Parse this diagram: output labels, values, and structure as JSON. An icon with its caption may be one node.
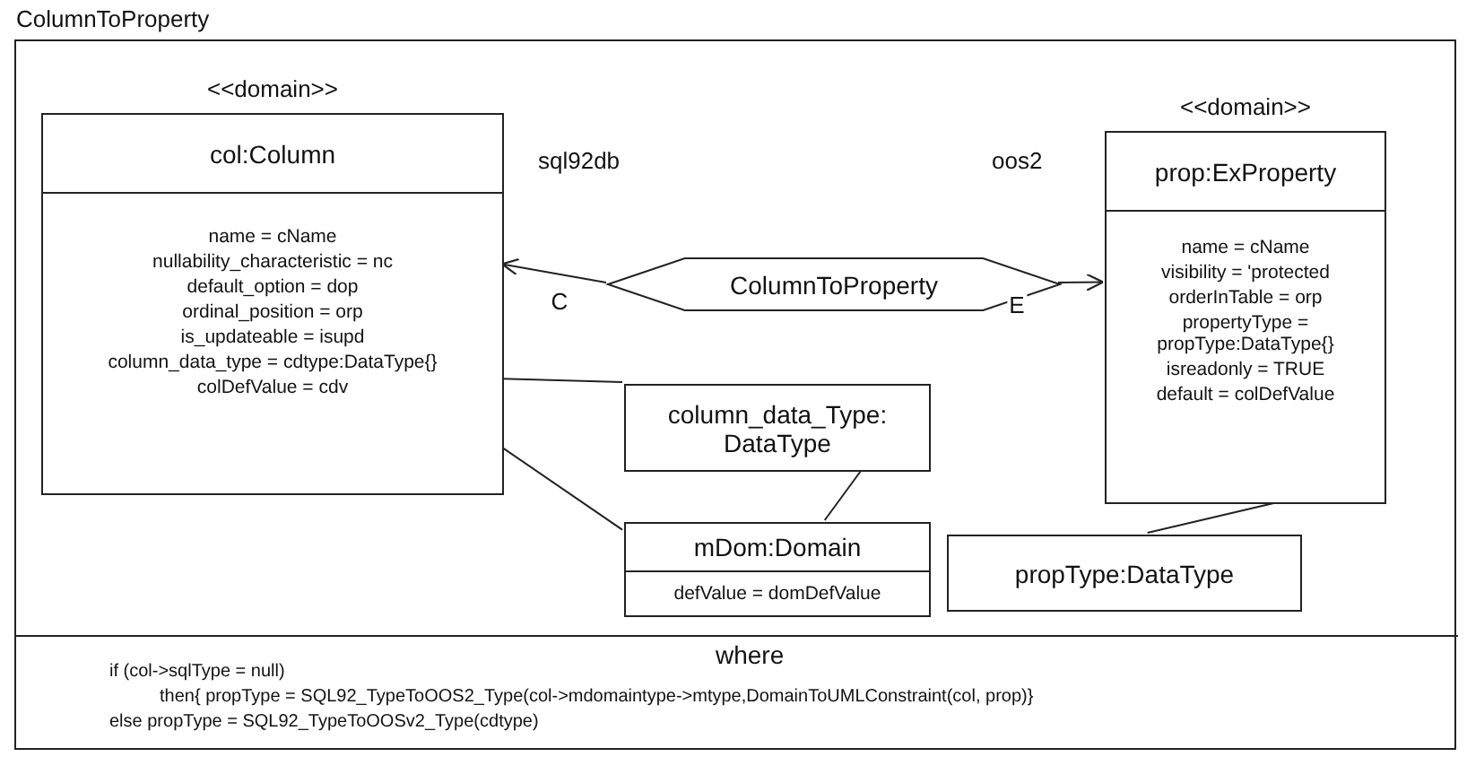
{
  "diagram": {
    "nodes": [
      {
        "text": [
          "ColumnToProperty"
        ]
      },
      {
        "text": [
          "<<domain>>",
          "col:Column",
          "name = cName",
          "nullability_characteristic = nc",
          "default_option = dop",
          "ordinal_position = orp",
          "is_updateable = isupd",
          "column_data_type = cdtype:DataType{}",
          "colDefValue = cdv"
        ],
        "in": 0
      },
      {
        "text": [
          "ColumnToProperty"
        ],
        "in": 0
      },
      {
        "text": [
          "<<domain>>",
          "prop:ExProperty",
          "name = cName",
          "visibility = 'protected",
          "orderInTable = orp",
          "propertyType = propType:DataType{}",
          "isreadonly = TRUE",
          "default = colDefValue"
        ],
        "in": 0
      },
      {
        "text": [
          "column_data_Type: DataType"
        ],
        "in": 0
      },
      {
        "text": [
          "mDom:Domain",
          "defValue = domDefValue"
        ],
        "in": 0
      },
      {
        "text": [
          "propType:DataType"
        ],
        "in": 0
      },
      {
        "text": [
          "where",
          "if (col->sqlType = null)",
          "then{ propType = SQL92_TypeToOOS2_Type(col->mdomaintype->mtype,DomainToUMLConstraint(col, prop)}",
          "else  propType = SQL92_TypeToOOSv2_Type(cdtype)"
        ],
        "in": 0
      }
    ],
    "edges": [
      {
        "from": 2,
        "to": 1,
        "arrow": "to",
        "label": "C"
      },
      {
        "from": 2,
        "to": 3,
        "arrow": "to",
        "label": "E"
      },
      {
        "from": 1,
        "to": 4,
        "arrow": "none"
      },
      {
        "from": 1,
        "to": 5,
        "arrow": "none"
      },
      {
        "from": 4,
        "to": 5,
        "arrow": "none"
      },
      {
        "from": 3,
        "to": 6,
        "arrow": "none"
      }
    ],
    "labels": [
      "sql92db",
      "oos2"
    ]
  }
}
